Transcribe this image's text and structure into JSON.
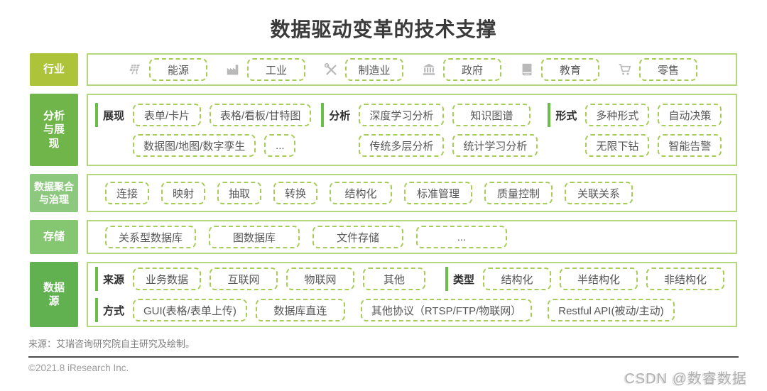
{
  "title": "数据驱动变革的技术支撑",
  "colors": {
    "label_industry": "#adc33a",
    "label_analysis": "#6fb54a",
    "label_aggregation": "#8cc97e",
    "label_storage": "#85c671",
    "label_source": "#61b150",
    "box_border": "#a6cd58",
    "row_border": "#b3d77f",
    "accent_bar": "#6abf4b",
    "box_text": "#575757",
    "icon_gray": "#b9b9b9"
  },
  "industry": {
    "label": "行业",
    "label_lines": [
      "行业"
    ],
    "items": [
      {
        "icon": "solar-panel-icon",
        "label": "能源"
      },
      {
        "icon": "factory-icon",
        "label": "工业"
      },
      {
        "icon": "tools-icon",
        "label": "制造业"
      },
      {
        "icon": "bank-icon",
        "label": "政府"
      },
      {
        "icon": "book-icon",
        "label": "教育"
      },
      {
        "icon": "cart-icon",
        "label": "零售"
      }
    ]
  },
  "analysis": {
    "label": "分析与展现",
    "label_lines": [
      "分析",
      "与展",
      "现"
    ],
    "groups": [
      {
        "name": "展现",
        "line1": [
          "表单/卡片",
          "表格/看板/甘特图"
        ],
        "line2": [
          "数据图/地图/数字孪生",
          "..."
        ]
      },
      {
        "name": "分析",
        "line1": [
          "深度学习分析",
          "知识图谱"
        ],
        "line2": [
          "传统多层分析",
          "统计学习分析"
        ]
      },
      {
        "name": "形式",
        "line1": [
          "多种形式",
          "自动决策"
        ],
        "line2": [
          "无限下钻",
          "智能告警"
        ]
      }
    ]
  },
  "aggregation": {
    "label": "数据聚合与治理",
    "label_lines": [
      "数据聚合",
      "与治理"
    ],
    "items": [
      "连接",
      "映射",
      "抽取",
      "转换",
      "结构化",
      "标准管理",
      "质量控制",
      "关联关系"
    ]
  },
  "storage": {
    "label": "存储",
    "label_lines": [
      "存储"
    ],
    "items": [
      "关系型数据库",
      "图数据库",
      "文件存储",
      "..."
    ]
  },
  "source": {
    "label": "数据源",
    "label_lines": [
      "数据",
      "源"
    ],
    "groups": [
      {
        "name": "来源",
        "items": [
          "业务数据",
          "互联网",
          "物联网",
          "其他"
        ]
      },
      {
        "name": "类型",
        "items": [
          "结构化",
          "半结构化",
          "非结构化"
        ]
      },
      {
        "name": "方式",
        "items": [
          "GUI(表格/表单上传)",
          "数据库直连",
          "其他协议（RTSP/FTP/物联网）",
          "Restful API(被动/主动)"
        ]
      }
    ]
  },
  "footer": {
    "source_note": "来源：艾瑞咨询研究院自主研究及绘制。",
    "copyright": "©2021.8 iResearch Inc.",
    "watermark": "CSDN @数睿数据"
  }
}
